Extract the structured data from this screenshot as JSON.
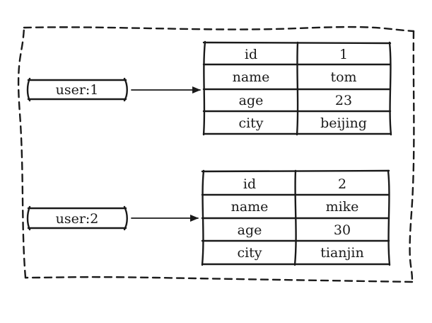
{
  "keys": [
    {
      "label": "user:1",
      "fields": [
        {
          "field": "id",
          "value": "1"
        },
        {
          "field": "name",
          "value": "tom"
        },
        {
          "field": "age",
          "value": "23"
        },
        {
          "field": "city",
          "value": "beijing"
        }
      ]
    },
    {
      "label": "user:2",
      "fields": [
        {
          "field": "id",
          "value": "2"
        },
        {
          "field": "name",
          "value": "mike"
        },
        {
          "field": "age",
          "value": "30"
        },
        {
          "field": "city",
          "value": "tianjin"
        }
      ]
    }
  ],
  "colors": {
    "ink": "#1a1a1a",
    "background": "#ffffff"
  }
}
